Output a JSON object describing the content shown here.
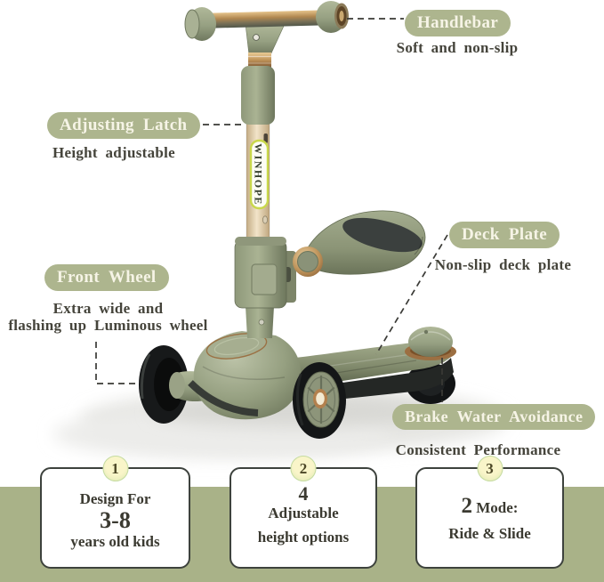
{
  "brand": "WINHOPE",
  "colors": {
    "pill_bg": "#adb58e",
    "pill_text": "#f6f4e6",
    "caption_text": "#45443b",
    "band_bg": "#a9b288",
    "box_border": "#3d423d",
    "badge_text": "#4c4727",
    "scooter_green": "#99a284",
    "accent_gold": "#b98d5f"
  },
  "callouts": {
    "handlebar": {
      "label": "Handlebar",
      "caption": "Soft and non-slip"
    },
    "adjusting_latch": {
      "label": "Adjusting Latch",
      "caption": "Height adjustable"
    },
    "front_wheel": {
      "label": "Front Wheel",
      "caption_line1": "Extra wide and",
      "caption_line2": "flashing up Luminous wheel"
    },
    "deck_plate": {
      "label": "Deck Plate",
      "caption": "Non-slip deck plate"
    },
    "brake": {
      "label": "Brake Water Avoidance",
      "caption": "Consistent Performance"
    }
  },
  "features": [
    {
      "number": "1",
      "line1": "Design For",
      "highlight": "3-8",
      "line2": "years old kids"
    },
    {
      "number": "2",
      "highlight": "4",
      "line1": "Adjustable",
      "line2": "height options"
    },
    {
      "number": "3",
      "highlight": "2",
      "line1": "Mode:",
      "line2": "Ride & Slide"
    }
  ]
}
